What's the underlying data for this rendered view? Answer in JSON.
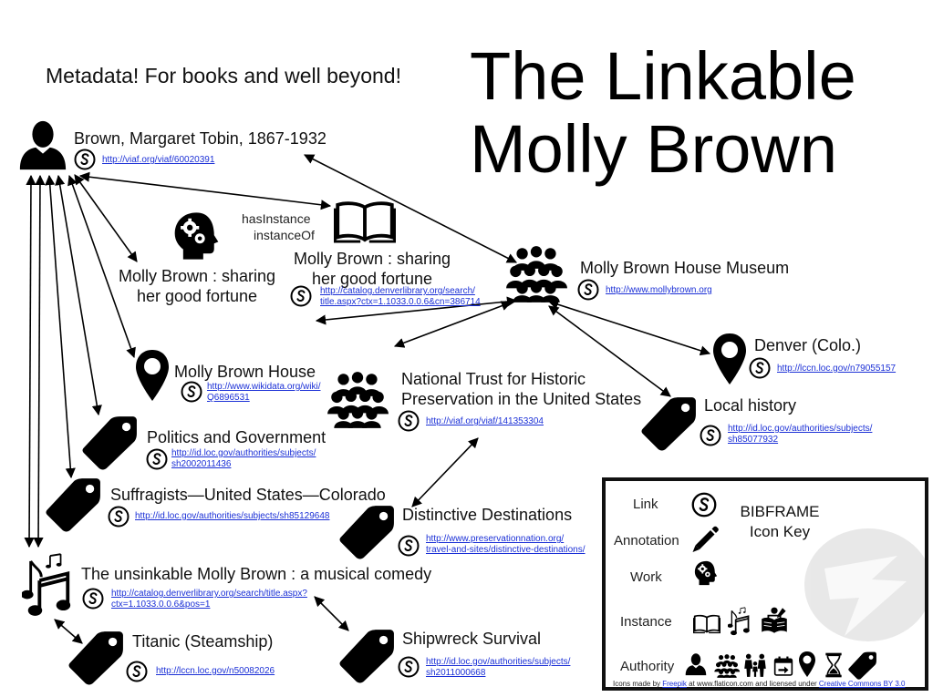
{
  "subtitle": "Metadata! For books and well beyond!",
  "title": {
    "line1": "The Linkable",
    "line2": "Molly Brown"
  },
  "nodes": {
    "person": {
      "label": "Brown, Margaret Tobin, 1867-1932",
      "url": "http://viaf.org/viaf/60020391"
    },
    "work": {
      "label_line1": "Molly Brown : sharing",
      "label_line2": "her good fortune"
    },
    "relation": {
      "forward": "hasInstance",
      "reverse": "instanceOf"
    },
    "book_instance": {
      "label_line1": "Molly Brown : sharing",
      "label_line2": "her good fortune",
      "url_line1": "http://catalog.denverlibrary.org/search/",
      "url_line2": "title.aspx?ctx=1.1033.0.0.6&cn=386714"
    },
    "museum": {
      "label": "Molly Brown House Museum",
      "url": "http://www.mollybrown.org"
    },
    "house": {
      "label": "Molly Brown House",
      "url_line1": "http://www.wikidata.org/wiki/",
      "url_line2": "Q6896531"
    },
    "trust": {
      "label_line1": "National Trust for Historic",
      "label_line2": "Preservation in the United States",
      "url": "http://viaf.org/viaf/141353304"
    },
    "denver": {
      "label": "Denver (Colo.)",
      "url": "http://lccn.loc.gov/n79055157"
    },
    "local_history": {
      "label": "Local history",
      "url_line1": "http://id.loc.gov/authorities/subjects/",
      "url_line2": "sh85077932"
    },
    "politics": {
      "label": "Politics and Government",
      "url_line1": "http://id.loc.gov/authorities/subjects/",
      "url_line2": "sh2002011436"
    },
    "suffragists": {
      "label": "Suffragists—United States—Colorado",
      "url": "http://id.loc.gov/authorities/subjects/sh85129648"
    },
    "destinations": {
      "label": "Distinctive Destinations",
      "url_line1": "http://www.preservationnation.org/",
      "url_line2": "travel-and-sites/distinctive-destinations/"
    },
    "musical": {
      "label": "The unsinkable Molly Brown : a musical comedy",
      "url_line1": "http://catalog.denverlibrary.org/search/title.aspx?",
      "url_line2": "ctx=1.1033.0.0.6&pos=1"
    },
    "titanic": {
      "label": "Titanic (Steamship)",
      "url": "http://lccn.loc.gov/n50082026"
    },
    "shipwreck": {
      "label": "Shipwreck Survival",
      "url_line1": "http://id.loc.gov/authorities/subjects/",
      "url_line2": "sh2011000668"
    }
  },
  "legend": {
    "title_line1": "BIBFRAME",
    "title_line2": "Icon Key",
    "rows": [
      "Link",
      "Annotation",
      "Work",
      "Instance",
      "Authority"
    ],
    "credit_prefix": "Icons made by ",
    "credit_author": "Freepik",
    "credit_middle": " at www.flaticon.com and licensed under ",
    "credit_license": "Creative Commons BY 3.0"
  }
}
